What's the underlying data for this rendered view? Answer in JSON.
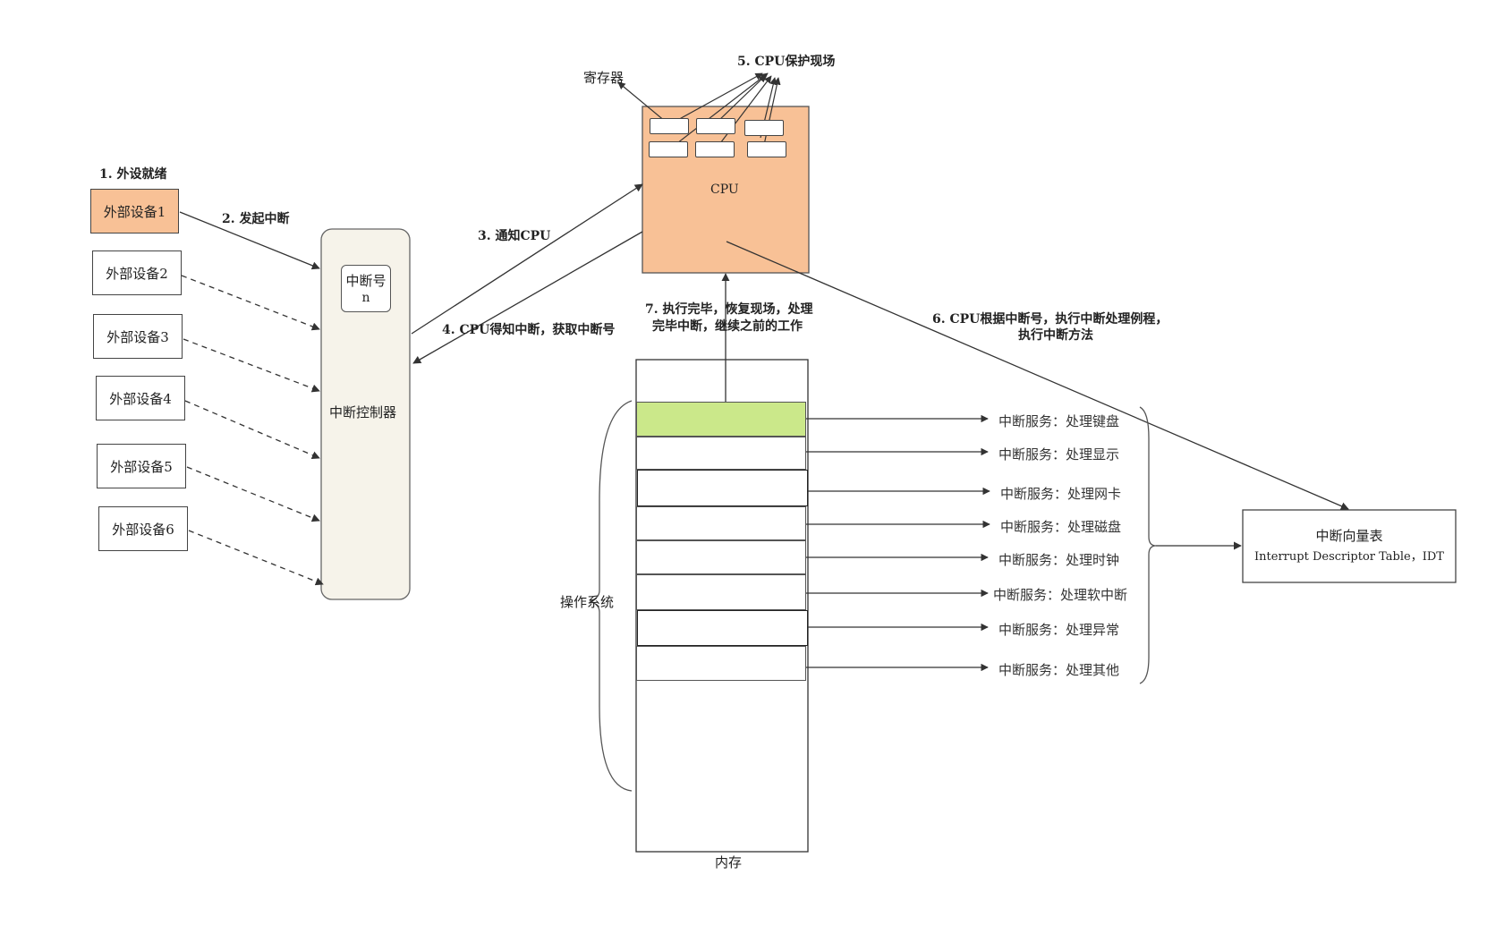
{
  "steps": {
    "s1": "1. 外设就绪",
    "s2": "2. 发起中断",
    "s3": "3. 通知CPU",
    "s4": "4. CPU得知中断，获取中断号",
    "s5": "5. CPU保护现场",
    "s6_line1": "6. CPU根据中断号，执行中断处理例程，",
    "s6_line2": "执行中断方法",
    "s7_line1": "7. 执行完毕，恢复现场，处理",
    "s7_line2": "完毕中断，继续之前的工作"
  },
  "devices": [
    "外部设备1",
    "外部设备2",
    "外部设备3",
    "外部设备4",
    "外部设备5",
    "外部设备6"
  ],
  "controller": {
    "label": "中断控制器",
    "irq_label": "中断号",
    "irq_value": "n"
  },
  "cpu": {
    "label": "CPU",
    "registers_label": "寄存器"
  },
  "memory": {
    "label": "内存",
    "os_label": "操作系统"
  },
  "services": [
    "中断服务：处理键盘",
    "中断服务：处理显示",
    "中断服务：处理网卡",
    "中断服务：处理磁盘",
    "中断服务：处理时钟",
    "中断服务：处理软中断",
    "中断服务：处理异常",
    "中断服务：处理其他"
  ],
  "idt": {
    "title": "中断向量表",
    "subtitle": "Interrupt Descriptor Table，IDT"
  },
  "colors": {
    "device_active": "#f8c196",
    "cpu": "#f8c196",
    "controller": "#f6f3ea",
    "highlight_slot": "#cbe88a"
  }
}
